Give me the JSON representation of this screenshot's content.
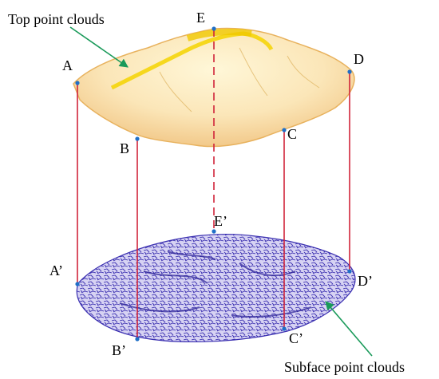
{
  "captions": {
    "top": "Top point clouds",
    "bottom": "Subface point clouds"
  },
  "labels": {
    "A": "A",
    "B": "B",
    "C": "C",
    "D": "D",
    "E": "E",
    "A_prime": "A’",
    "B_prime": "B’",
    "C_prime": "C’",
    "D_prime": "D’",
    "E_prime": "E’"
  },
  "colors": {
    "top_cloud": "#f2c46a",
    "top_ridge": "#f5d400",
    "bottom_cloud": "#3a2fb0",
    "connector": "#d0243a",
    "arrow": "#1a9a5a",
    "point_marker": "#1f6fc7"
  }
}
